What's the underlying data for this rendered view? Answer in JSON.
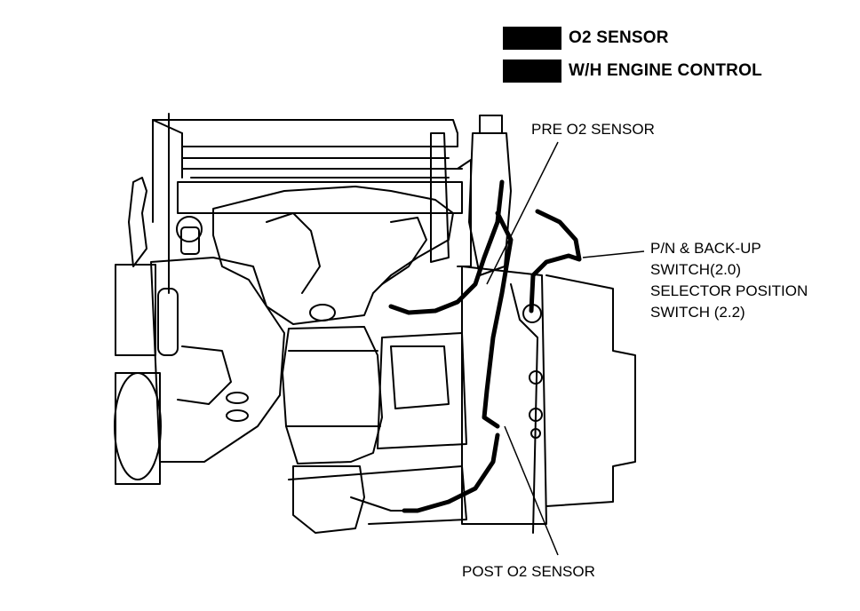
{
  "legend": [
    {
      "label": "O2 SENSOR",
      "color": "#000000"
    },
    {
      "label": "W/H ENGINE CONTROL",
      "color": "#000000"
    }
  ],
  "callouts": {
    "pre_o2": "PRE O2 SENSOR",
    "pn_switch": [
      "P/N & BACK-UP",
      "SWITCH(2.0)",
      "SELECTOR POSITION",
      "SWITCH (2.2)"
    ],
    "post_o2": "POST O2 SENSOR"
  }
}
